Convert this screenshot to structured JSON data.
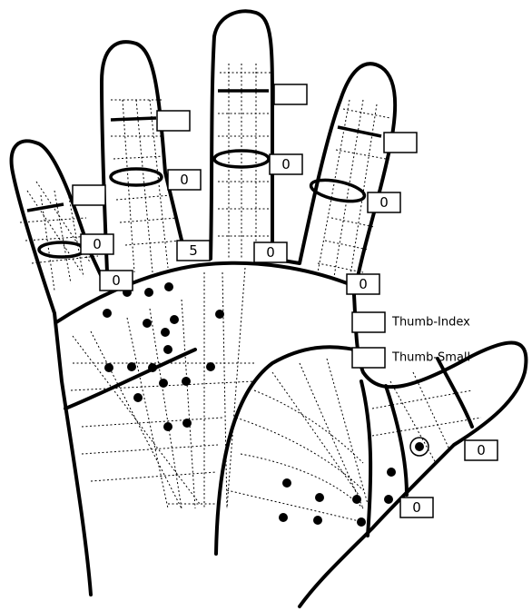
{
  "legend": {
    "thumb_index": "Thumb-Index",
    "thumb_small": "Thumb-Small"
  },
  "values": {
    "small_distal": "",
    "small_middle": "0",
    "small_base": "0",
    "ring_distal": "",
    "ring_middle": "0",
    "ring_base": "5",
    "middle_distal": "",
    "middle_middle": "0",
    "middle_base": "0",
    "index_distal": "",
    "index_middle": "0",
    "index_base": "0",
    "thumb_tip": "0",
    "thumb_base": "0"
  },
  "colors": {
    "ink": "#000000",
    "background": "#ffffff"
  }
}
